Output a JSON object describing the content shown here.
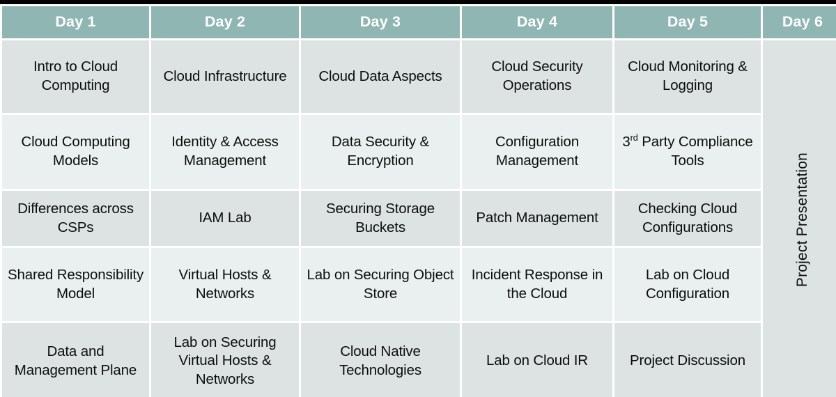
{
  "table": {
    "headers": [
      {
        "label": "Day 1"
      },
      {
        "label": "Day 2"
      },
      {
        "label": "Day 3"
      },
      {
        "label": "Day 4"
      },
      {
        "label": "Day 5"
      },
      {
        "label": "Day 6"
      }
    ],
    "merged_column": {
      "label": "Project Presentation",
      "orientation": "vertical-bottom-to-top",
      "spans_rows": 5
    },
    "rows": [
      {
        "shade": "row-dark",
        "cells": [
          "Intro to Cloud Computing",
          "Cloud Infrastructure",
          "Cloud Data Aspects",
          "Cloud Security Operations",
          "Cloud Monitoring & Logging"
        ]
      },
      {
        "shade": "row-light",
        "cells": [
          "Cloud Computing Models",
          "Identity & Access Management",
          "Data Security & Encryption",
          "Configuration Management",
          "3rd Party Compliance Tools"
        ]
      },
      {
        "shade": "row-dark",
        "cells": [
          "Differences across CSPs",
          "IAM Lab",
          "Securing Storage Buckets",
          "Patch Management",
          "Checking Cloud Configurations"
        ]
      },
      {
        "shade": "row-light",
        "cells": [
          "Shared Responsibility Model",
          "Virtual Hosts & Networks",
          "Lab on Securing Object Store",
          "Incident Response in the Cloud",
          "Lab on Cloud Configuration"
        ]
      },
      {
        "shade": "row-dark",
        "cells": [
          "Data and Management Plane",
          "Lab on Securing Virtual Hosts & Networks",
          "Cloud Native Technologies",
          "Lab on Cloud IR",
          "Project Discussion"
        ]
      }
    ]
  },
  "colors": {
    "header_background": "#8fb6b3",
    "header_text": "#ffffff",
    "row_dark": "#dce3e2",
    "row_light": "#eaf0ef",
    "cell_text": "#0d0d0d",
    "outer_border": "#000000",
    "gap": "#ffffff"
  }
}
